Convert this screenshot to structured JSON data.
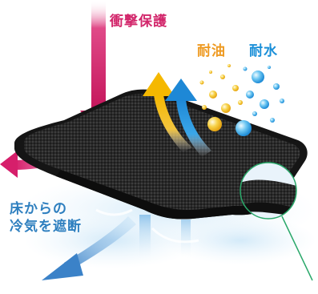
{
  "labels": {
    "impact": "衝撃保護",
    "oil": "耐油",
    "water": "耐水",
    "cold_line1": "床からの",
    "cold_line2": "冷気を遮断"
  },
  "colors": {
    "impact": "#d2266b",
    "oil": "#ee9a22",
    "water": "#1a8fd8",
    "cold": "#2e7fbf",
    "mat": "#2b2b2b",
    "callout": "#2aa86a"
  },
  "icons": [
    "impact-arrow-icon",
    "oil-arrow-icon",
    "water-arrow-icon",
    "cold-arrow-icon",
    "oil-droplet-icon",
    "water-droplet-icon"
  ]
}
